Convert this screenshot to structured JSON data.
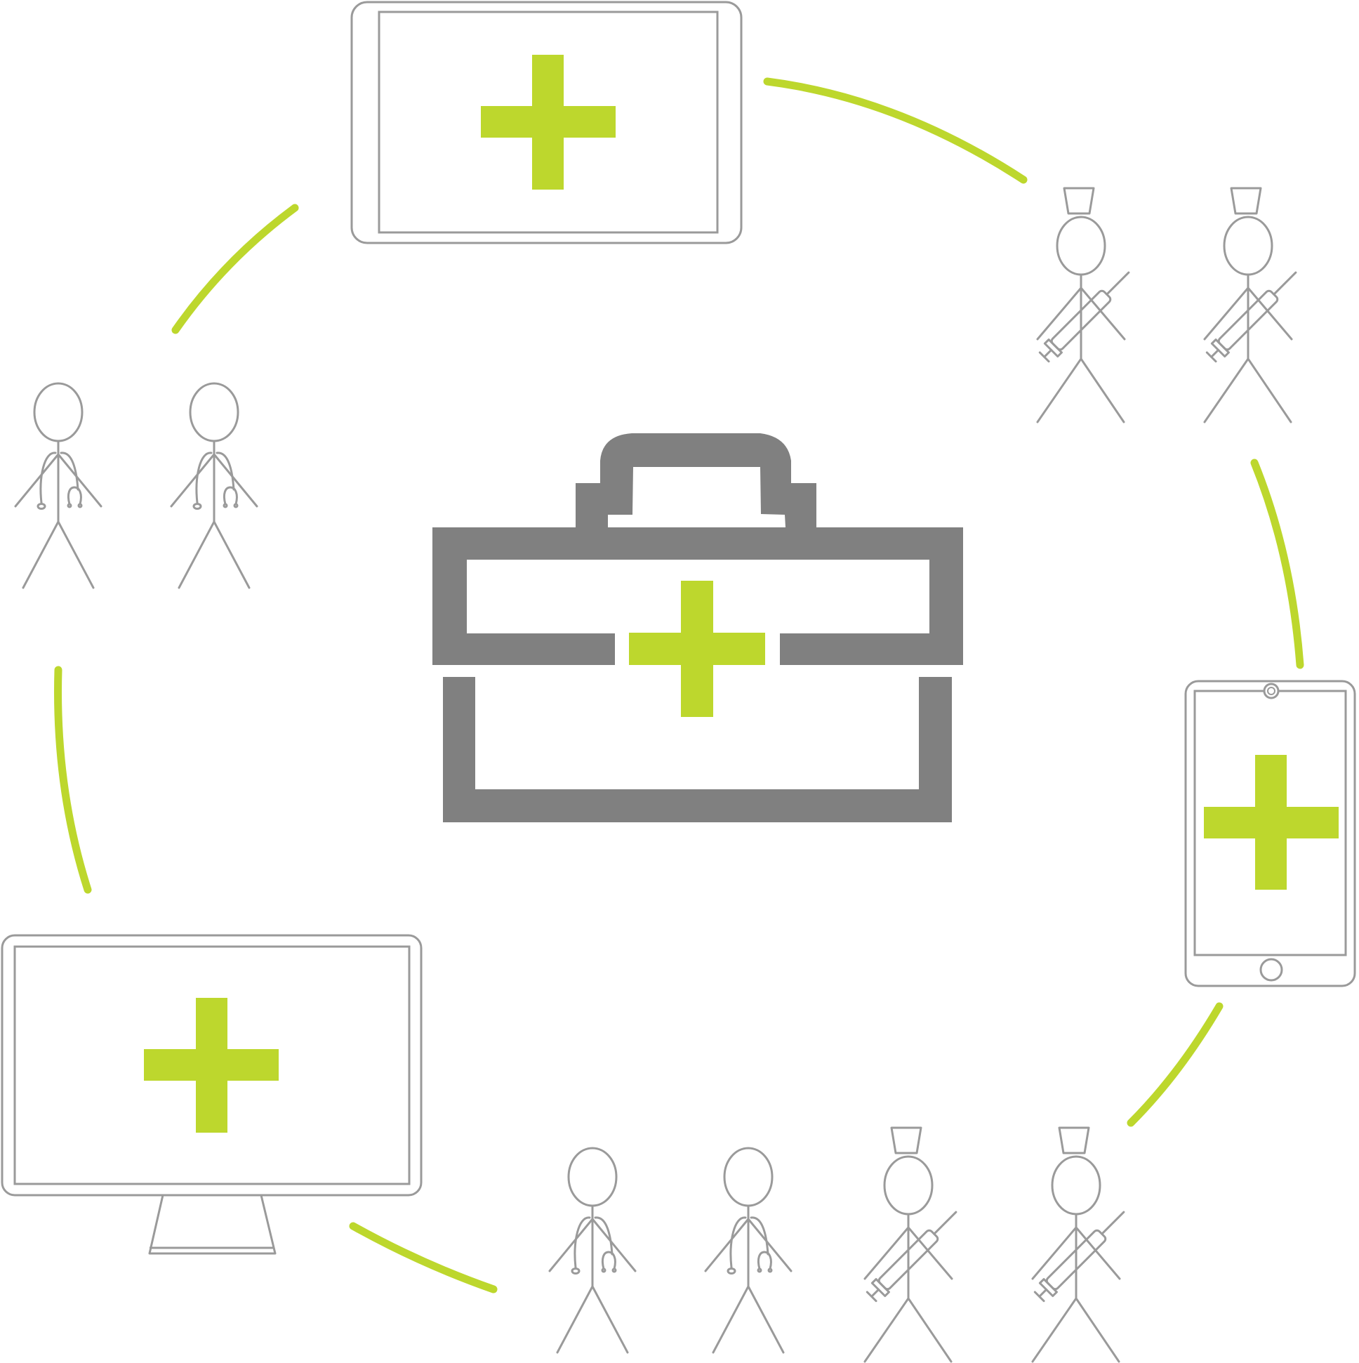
{
  "colors": {
    "accent": "#bdd72d",
    "outline": "#9a9a9a",
    "kit": "#808080",
    "background": "#ffffff"
  },
  "diagram": {
    "center": {
      "icon": "medical-kit-icon"
    },
    "devices": [
      {
        "icon": "tablet-landscape-icon",
        "symbol": "plus-cross-icon"
      },
      {
        "icon": "smartphone-icon",
        "symbol": "plus-cross-icon"
      },
      {
        "icon": "desktop-monitor-icon",
        "symbol": "plus-cross-icon"
      }
    ],
    "people_groups": [
      {
        "role": "doctor",
        "icon": "doctor-stethoscope-icon",
        "count": 2
      },
      {
        "role": "nurse",
        "icon": "nurse-syringe-icon",
        "count": 2
      },
      {
        "role": "doctor",
        "icon": "doctor-stethoscope-icon",
        "count": 2
      },
      {
        "role": "nurse",
        "icon": "nurse-syringe-icon",
        "count": 2
      }
    ],
    "connector_count": 6
  }
}
